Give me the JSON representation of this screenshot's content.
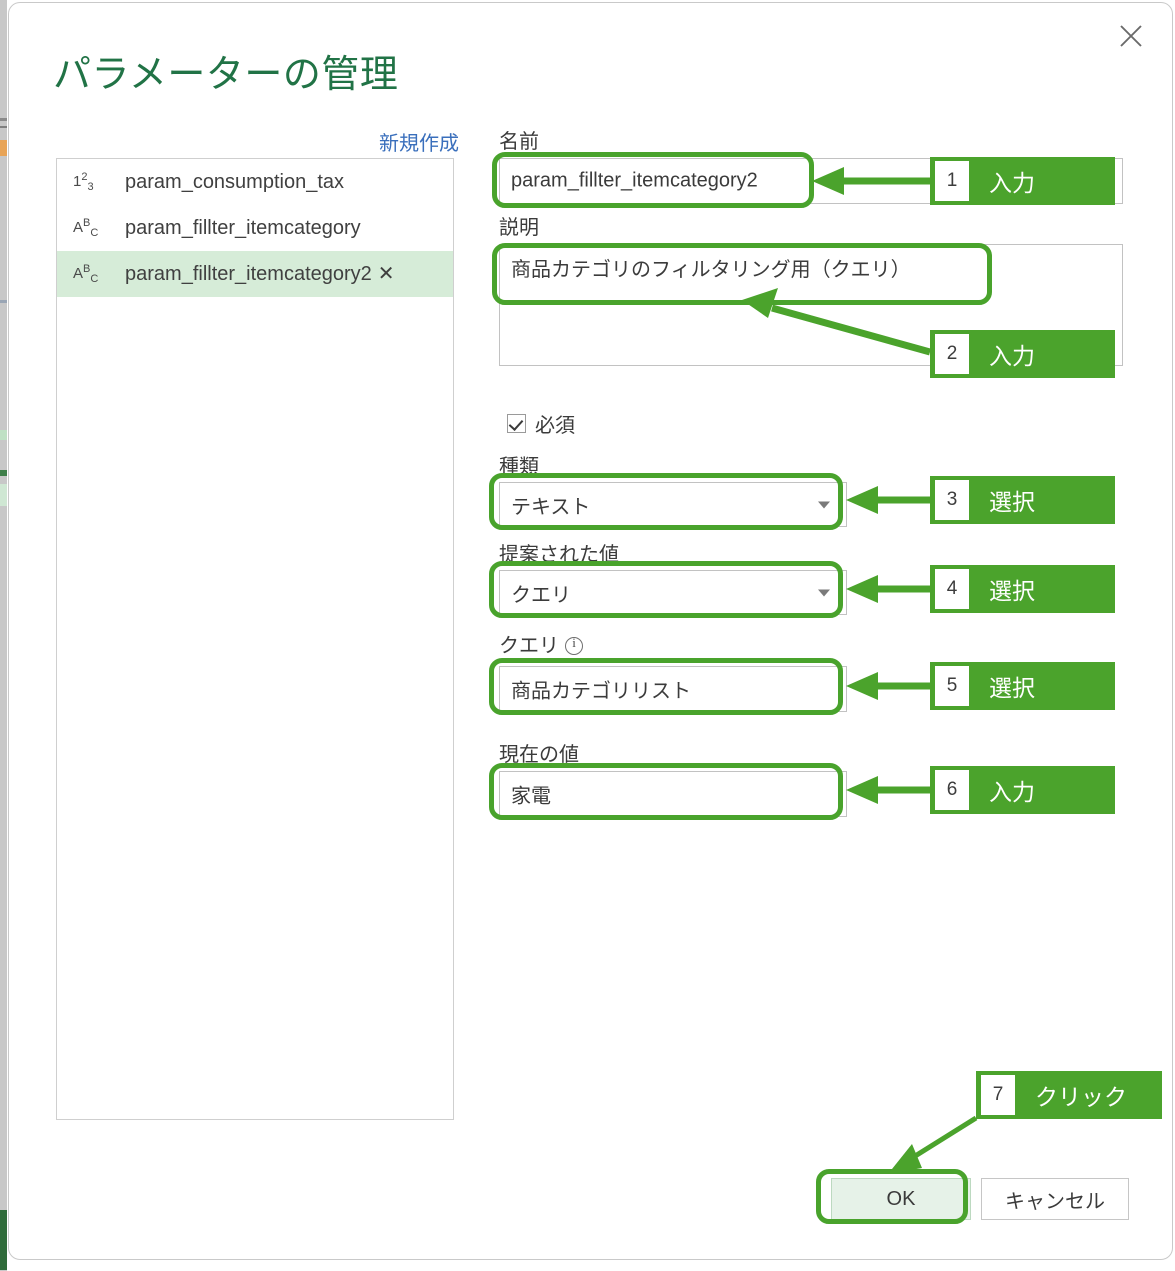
{
  "dialog": {
    "title": "パラメーターの管理",
    "close_icon": "close-icon",
    "new_link": "新規作成"
  },
  "param_list": {
    "items": [
      {
        "type_icon": "number-type-icon",
        "type_glyph": "1²₃",
        "name": "param_consumption_tax",
        "selected": false,
        "deletable": false
      },
      {
        "type_icon": "text-type-icon",
        "type_glyph": "ᴬᴮ꜀",
        "name": "param_fillter_itemcategory",
        "selected": false,
        "deletable": false
      },
      {
        "type_icon": "text-type-icon",
        "type_glyph": "ᴬᴮ꜀",
        "name": "param_fillter_itemcategory2",
        "selected": true,
        "deletable": true,
        "delete_icon": "delete-x-icon"
      }
    ]
  },
  "form": {
    "name": {
      "label": "名前",
      "value": "param_fillter_itemcategory2"
    },
    "description": {
      "label": "説明",
      "value": "商品カテゴリのフィルタリング用（クエリ）"
    },
    "required": {
      "label": "必須",
      "checked": true
    },
    "type": {
      "label": "種類",
      "value": "テキスト"
    },
    "suggested_values": {
      "label": "提案された値",
      "value": "クエリ"
    },
    "query": {
      "label": "クエリ",
      "info_icon": "info-icon",
      "value": "商品カテゴリリスト"
    },
    "current_value": {
      "label": "現在の値",
      "value": "家電"
    }
  },
  "footer": {
    "ok_label": "OK",
    "cancel_label": "キャンセル"
  },
  "annotations": {
    "steps": [
      {
        "num": "1",
        "label": "入力"
      },
      {
        "num": "2",
        "label": "入力"
      },
      {
        "num": "3",
        "label": "選択"
      },
      {
        "num": "4",
        "label": "選択"
      },
      {
        "num": "5",
        "label": "選択"
      },
      {
        "num": "6",
        "label": "入力"
      },
      {
        "num": "7",
        "label": "クリック"
      }
    ]
  },
  "colors": {
    "accent_green": "#4ba32c",
    "title_green": "#217346",
    "link_blue": "#3a6fbc",
    "selected_row": "#d6ecd8",
    "ok_button_bg": "#e6f2e8"
  }
}
